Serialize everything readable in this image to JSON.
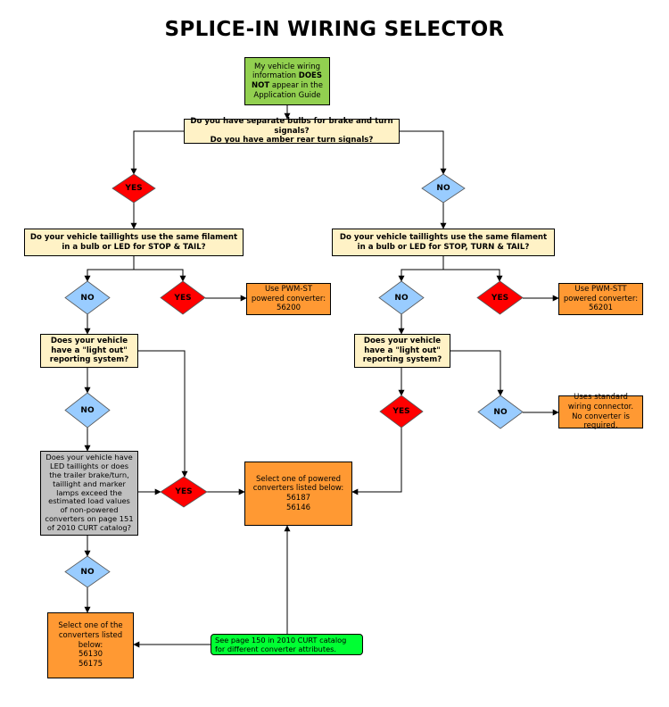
{
  "title": "SPLICE-IN WIRING SELECTOR",
  "colors": {
    "question_fill": "#fff2c6",
    "start_fill": "#92d050",
    "result_fill": "#ff9933",
    "gray_fill": "#c0c0c0",
    "note_fill": "#00ff33",
    "yes_fill": "#ff0000",
    "no_fill": "#99ccff"
  },
  "start": {
    "line1": "My vehicle wiring information",
    "bold": "DOES NOT",
    "line2": "appear in the Application Guide"
  },
  "q_separate_bulbs": {
    "line1": "Do you have separate bulbs for brake and turn signals?",
    "line2": "Do you have amber rear turn signals?"
  },
  "d_yes_top": "YES",
  "d_no_top": "NO",
  "q_stop_tail": "Do your vehicle taillights use the same filament in a bulb or LED for STOP & TAIL?",
  "q_stop_turn_tail": "Do your vehicle taillights use the same filament in a bulb or LED for STOP, TURN & TAIL?",
  "d_no_left": "NO",
  "d_yes_left": "YES",
  "d_no_right": "NO",
  "d_yes_right": "YES",
  "r_pwm_st": "Use PWM-ST powered converter: 56200",
  "r_pwm_stt": "Use PWM-STT powered converter: 56201",
  "q_lightout_left": "Does your vehicle have a \"light out\" reporting system?",
  "q_lightout_right": "Does your vehicle have a \"light out\" reporting system?",
  "d_no_lightout_left": "NO",
  "d_yes_lightout_right": "YES",
  "d_no_lightout_right": "NO",
  "r_standard": "Uses standard wiring connector.  No converter is required.",
  "q_led": "Does your vehicle have LED taillights or does the trailer brake/turn, taillight and marker lamps exceed the estimated load values of non-powered converters on page 151 of 2010 CURT catalog?",
  "d_yes_led": "YES",
  "r_powered": {
    "text": "Select one of powered converters listed below:",
    "item1": "56187",
    "item2": "56146"
  },
  "d_no_led": "NO",
  "r_nonpowered": {
    "text": "Select one of the converters listed below:",
    "item1": "56130",
    "item2": "56175"
  },
  "note": "See page 150 in 2010 CURT catalog for different converter attributes."
}
